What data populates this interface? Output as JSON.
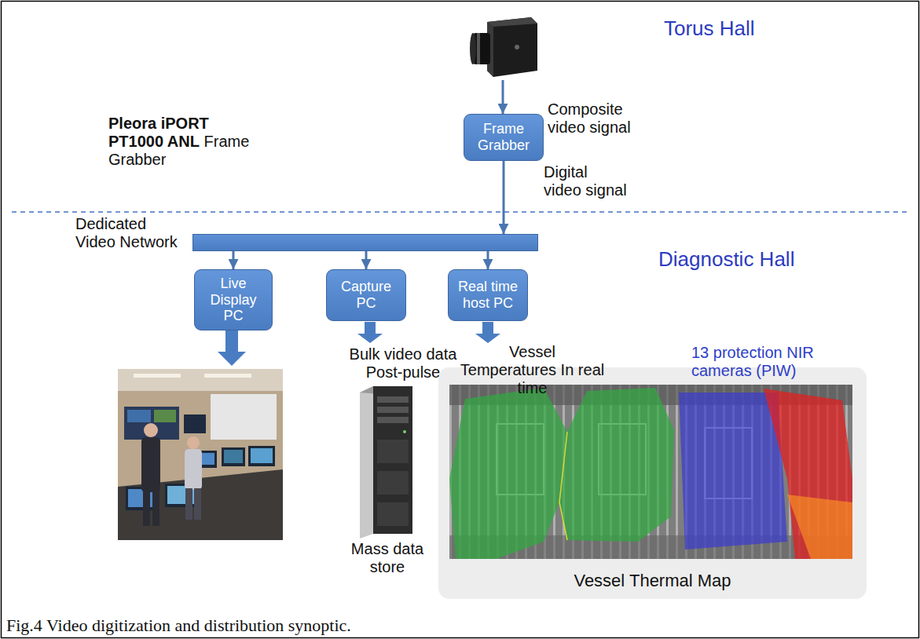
{
  "diagram": {
    "caption": "Fig.4 Video digitization and distribution synoptic.",
    "nodes": [
      {
        "text": [
          "Frame Grabber"
        ]
      },
      {
        "text": [
          "Dedicated Video Network"
        ]
      },
      {
        "text": [
          "Live Display PC"
        ]
      },
      {
        "text": [
          "Capture PC"
        ]
      },
      {
        "text": [
          "Real time host PC"
        ]
      },
      {
        "text": [
          "13 protection NIR cameras (PIW)",
          "Vessel Thermal Map"
        ]
      }
    ],
    "edges": [
      {
        "from": 0,
        "to": 1,
        "arrow": "to"
      },
      {
        "from": 1,
        "to": 2,
        "arrow": "to"
      },
      {
        "from": 1,
        "to": 3,
        "arrow": "to"
      },
      {
        "from": 1,
        "to": 4,
        "arrow": "to"
      }
    ],
    "labels": [
      "Torus Hall",
      "Composite video signal",
      "Pleora iPORT PT1000 ANL",
      "Frame Grabber",
      "Digital video signal",
      "Diagnostic Hall",
      "Bulk video data Post-pulse",
      "Vessel Temperatures In real time",
      "Mass data store"
    ]
  }
}
